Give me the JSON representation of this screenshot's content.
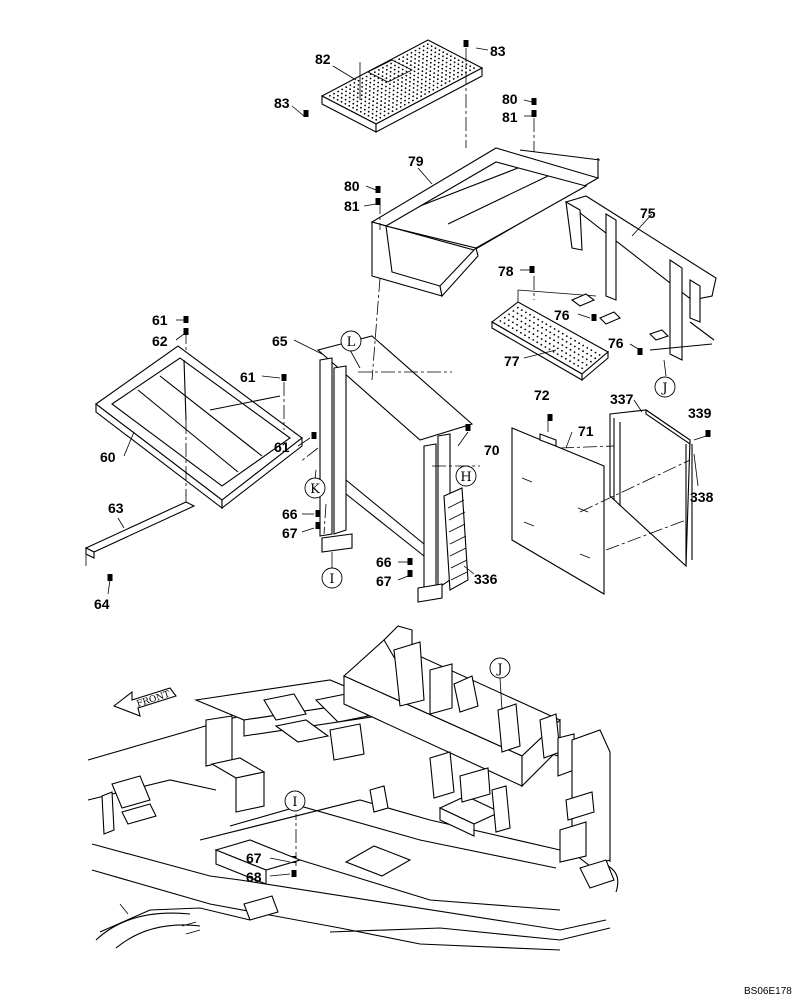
{
  "diagram": {
    "part_labels": [
      {
        "id": "p82",
        "text": "82"
      },
      {
        "id": "p83a",
        "text": "83"
      },
      {
        "id": "p83b",
        "text": "83"
      },
      {
        "id": "p80a",
        "text": "80"
      },
      {
        "id": "p81a",
        "text": "81"
      },
      {
        "id": "p79",
        "text": "79"
      },
      {
        "id": "p80b",
        "text": "80"
      },
      {
        "id": "p81b",
        "text": "81"
      },
      {
        "id": "p75",
        "text": "75"
      },
      {
        "id": "p78",
        "text": "78"
      },
      {
        "id": "p76a",
        "text": "76"
      },
      {
        "id": "p76b",
        "text": "76"
      },
      {
        "id": "p77",
        "text": "77"
      },
      {
        "id": "p61a",
        "text": "61"
      },
      {
        "id": "p62",
        "text": "62"
      },
      {
        "id": "p65",
        "text": "65"
      },
      {
        "id": "p61b",
        "text": "61"
      },
      {
        "id": "p61c",
        "text": "61"
      },
      {
        "id": "p60",
        "text": "60"
      },
      {
        "id": "p72",
        "text": "72"
      },
      {
        "id": "p71",
        "text": "71"
      },
      {
        "id": "p337",
        "text": "337"
      },
      {
        "id": "p339",
        "text": "339"
      },
      {
        "id": "p338",
        "text": "338"
      },
      {
        "id": "p70",
        "text": "70"
      },
      {
        "id": "p63",
        "text": "63"
      },
      {
        "id": "p66a",
        "text": "66"
      },
      {
        "id": "p67a",
        "text": "67"
      },
      {
        "id": "p64",
        "text": "64"
      },
      {
        "id": "p66b",
        "text": "66"
      },
      {
        "id": "p67b",
        "text": "67"
      },
      {
        "id": "p336",
        "text": "336"
      },
      {
        "id": "p67c",
        "text": "67"
      },
      {
        "id": "p68",
        "text": "68"
      }
    ],
    "reference_markers": [
      {
        "id": "L1",
        "text": "L"
      },
      {
        "id": "J1",
        "text": "J"
      },
      {
        "id": "H1",
        "text": "H"
      },
      {
        "id": "K1",
        "text": "K"
      },
      {
        "id": "I1",
        "text": "I"
      },
      {
        "id": "J2",
        "text": "J"
      },
      {
        "id": "I2",
        "text": "I"
      }
    ],
    "front_arrow_text": "FRONT",
    "drawing_code": "BS06E178"
  }
}
